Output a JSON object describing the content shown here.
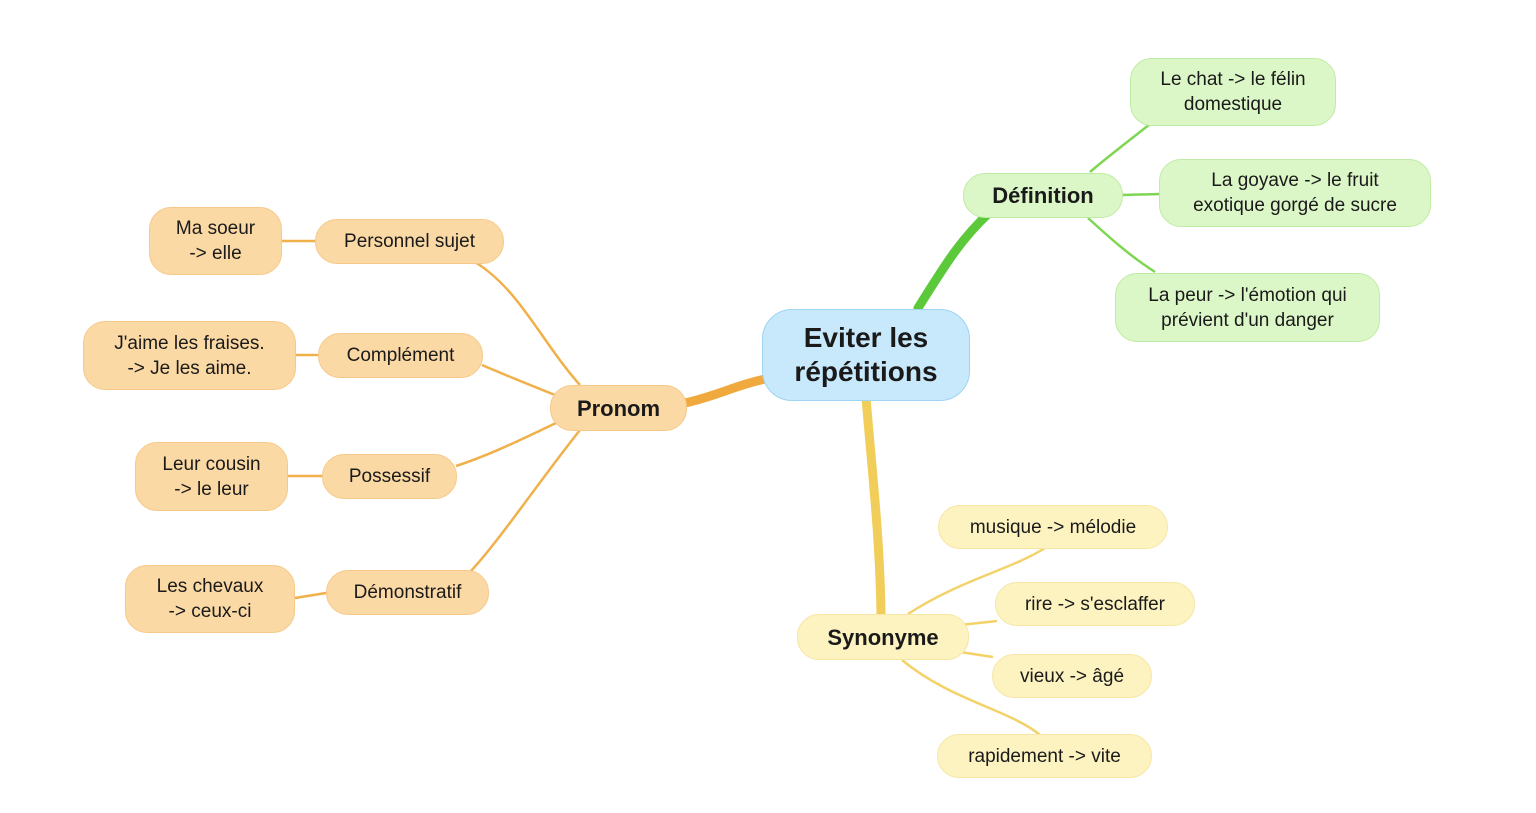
{
  "root": {
    "line1": "Eviter les",
    "line2": "répétitions"
  },
  "definition": {
    "label": "Définition",
    "children": [
      {
        "line1": "Le chat -> le félin",
        "line2": "domestique"
      },
      {
        "line1": "La goyave -> le fruit",
        "line2": "exotique gorgé de sucre"
      },
      {
        "line1": "La peur -> l'émotion qui",
        "line2": "prévient d'un danger"
      }
    ]
  },
  "pronom": {
    "label": "Pronom",
    "children": [
      {
        "label": "Personnel sujet",
        "example": {
          "line1": "Ma soeur",
          "line2": "-> elle"
        }
      },
      {
        "label": "Complément",
        "example": {
          "line1": "J'aime les fraises.",
          "line2": "-> Je les aime."
        }
      },
      {
        "label": "Possessif",
        "example": {
          "line1": "Leur cousin",
          "line2": "-> le leur"
        }
      },
      {
        "label": "Démonstratif",
        "example": {
          "line1": "Les chevaux",
          "line2": "-> ceux-ci"
        }
      }
    ]
  },
  "synonyme": {
    "label": "Synonyme",
    "children": [
      "musique -> mélodie",
      "rire -> s'esclaffer",
      "vieux -> âgé",
      "rapidement -> vite"
    ]
  },
  "colors": {
    "pronom_branch": "#f0a93c",
    "definition_branch": "#5cc93a",
    "synonyme_branch": "#f1cd5a",
    "root_fill": "#c8e9fb"
  }
}
